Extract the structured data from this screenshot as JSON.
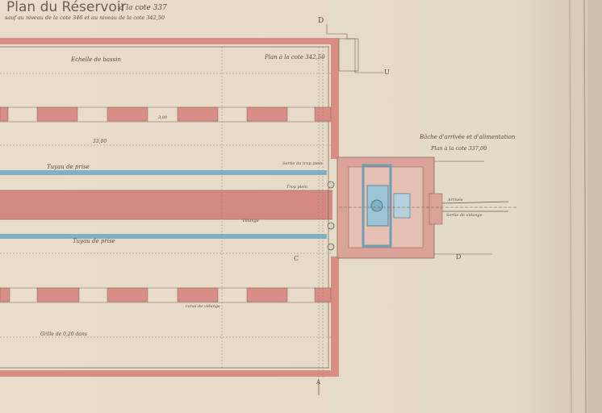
{
  "title": {
    "main": "Plan du Réservoir",
    "level": "à la cote 337",
    "subtitle": "sauf au niveau de la cote 346 et au niveau de la cote 342,50"
  },
  "basin": {
    "label": "Echelle de bassin",
    "plan_note": "Plan à la cote 342,50",
    "pipe_top": "Tuyau de prise",
    "pipe_bottom": "Tuyau de prise",
    "dim_upper": "33,00",
    "dim_span": "3,00",
    "overflow_note": "Sortie du trop plein",
    "trop_plein": "Trop plein",
    "vidange": "Vidange",
    "lower_note": "Grille de 0,20 dans",
    "canal_note": "canal de vidange"
  },
  "chamber": {
    "title": "Bâche d'arrivée et d'alimentation",
    "plan_note": "Plan à la cote 337,00",
    "inlet_note": "Arrivée",
    "outlet_note": "Sortie de vidange"
  },
  "markers": {
    "D_top": "D",
    "U": "U",
    "C": "C",
    "D_bottom": "D",
    "A_bottom": "A"
  },
  "colors": {
    "paper": "#e6dccb",
    "wall_red": "#d88d85",
    "pipe_blue": "#7fb0c4",
    "ink": "#5a4a3c"
  }
}
